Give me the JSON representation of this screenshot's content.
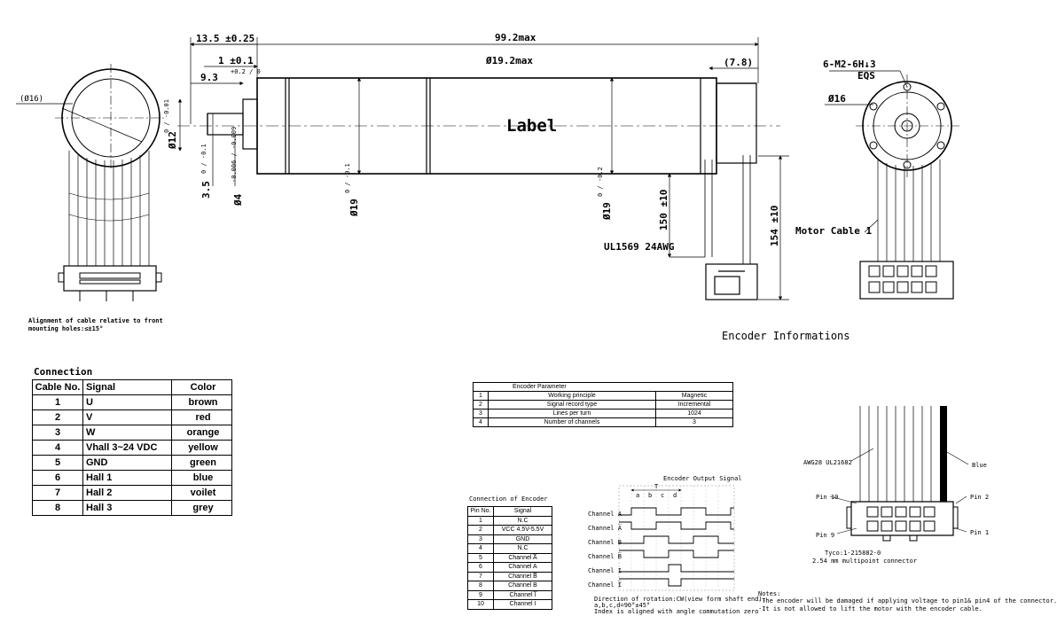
{
  "dimensions": {
    "overall_length": "99.2max",
    "shaft_len": "13.5 ±0.25",
    "flange_len": "1 ±0.1",
    "flat_len": "9.3",
    "flat_tol": "+0.2 / 0",
    "body_dia_max": "Ø19.2max",
    "enc_len": "(7.8)",
    "front_circle": "(Ø16)",
    "d12": "Ø12",
    "d12_tol": "0 / -0.01",
    "d3_5": "3.5",
    "d3_5_tol": "0 / -0.1",
    "d4": "Ø4",
    "d4_tol": "-0.006 / -0.009",
    "d19a": "Ø19",
    "d19a_tol": "0 / -0.1",
    "d19b": "Ø19",
    "d19b_tol": "0 / -0.2",
    "cable150": "150 ±10",
    "cable154": "154 ±10",
    "awg": "UL1569 24AWG",
    "holes": "6-M2-6H↓3",
    "eqs": "EQS",
    "d16": "Ø16",
    "motor_cable": "Motor Cable 1"
  },
  "label_text": "Label",
  "alignment_note": [
    "Alignment of cable relative to front",
    "mounting holes:≤±15°"
  ],
  "encoder_info_title": "Encoder Informations",
  "connection": {
    "title": "Connection",
    "headers": [
      "Cable No.",
      "Signal",
      "Color"
    ],
    "rows": [
      [
        "1",
        "U",
        "brown"
      ],
      [
        "2",
        "V",
        "red"
      ],
      [
        "3",
        "W",
        "orange"
      ],
      [
        "4",
        "Vhall 3~24 VDC",
        "yellow"
      ],
      [
        "5",
        "GND",
        "green"
      ],
      [
        "6",
        "Hall 1",
        "blue"
      ],
      [
        "7",
        "Hall 2",
        "voilet"
      ],
      [
        "8",
        "Hall 3",
        "grey"
      ]
    ]
  },
  "encoder_parameter": {
    "title": "Encoder Parameter",
    "rows": [
      [
        "1",
        "Working principle",
        "Magnetic"
      ],
      [
        "2",
        "Signal record type",
        "Incremental"
      ],
      [
        "3",
        "Lines per turn",
        "1024"
      ],
      [
        "4",
        "Number of channels",
        "3"
      ]
    ]
  },
  "connection_of_encoder": {
    "title": "Connection of Encoder",
    "headers": [
      "Pin No.",
      "Signal"
    ],
    "rows": [
      [
        "1",
        "N.C"
      ],
      [
        "2",
        "VCC 4.5V-5.5V"
      ],
      [
        "3",
        "GND"
      ],
      [
        "4",
        "N.C"
      ],
      [
        "5",
        "Channel A̅"
      ],
      [
        "6",
        "Channel A"
      ],
      [
        "7",
        "Channel B̅"
      ],
      [
        "8",
        "Channel B"
      ],
      [
        "9",
        "Channel I̅"
      ],
      [
        "10",
        "Channel I"
      ]
    ]
  },
  "encoder_output": {
    "title": "Encoder Output Signal",
    "period_label": "T",
    "sub_labels": [
      "a",
      "b",
      "c",
      "d"
    ],
    "channels": [
      "Channel A",
      "Channel A̅",
      "Channel B",
      "Channel B̅",
      "Channel I",
      "Channel I̅"
    ],
    "notes": [
      "Direction of rotation:CW(view form shaft end);",
      "a,b,c,d=90°±45°",
      "Index is aligned with angle commutation zero"
    ]
  },
  "connector": {
    "awg": "AWG28 UL21682",
    "blue": "Blue",
    "pin10": "Pin 10",
    "pin2": "Pin 2",
    "pin9": "Pin 9",
    "pin1": "Pin 1",
    "part": "Tyco:1-215882-0",
    "desc": "2.54 mm multipoint connector"
  },
  "notes": {
    "title": "Notes:",
    "lines": [
      "·The encoder will be damaged if applying voltage to pin1& pin4 of the connector.",
      "·It is not allowed to lift the motor with the encoder cable."
    ]
  }
}
